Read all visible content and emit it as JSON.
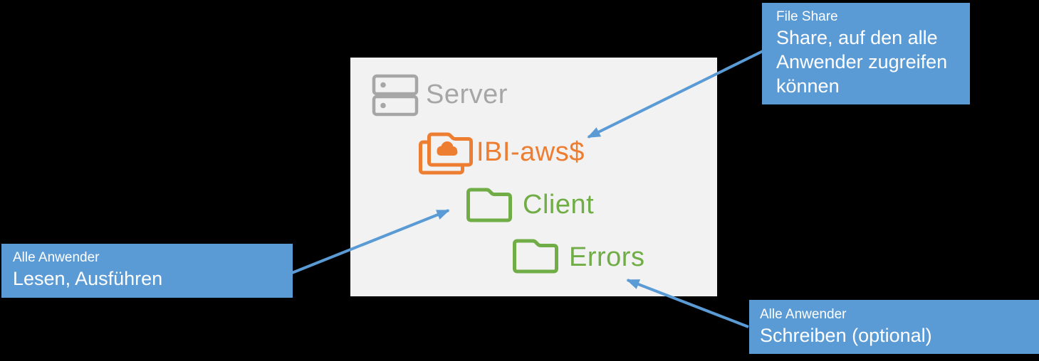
{
  "colors": {
    "blue": "#5B9BD5",
    "orange": "#ED7D31",
    "green": "#70AD47",
    "gray": "#A6A6A6",
    "panel": "#F2F2F2",
    "bg": "#000000",
    "white": "#FFFFFF"
  },
  "panel": {
    "server_label": "Server",
    "tree": {
      "share": {
        "label": "IBI-aws$",
        "icon": "cloud-shared-folder-icon",
        "color": "#ED7D31"
      },
      "client": {
        "label": "Client",
        "icon": "folder-icon",
        "color": "#70AD47"
      },
      "errors": {
        "label": "Errors",
        "icon": "folder-icon",
        "color": "#70AD47"
      }
    },
    "server_icon": "server-icon"
  },
  "callouts": {
    "file_share": {
      "title": "File Share",
      "body": "Share, auf den alle Anwender zugreifen können",
      "points_to": "IBI-aws$"
    },
    "client_permissions": {
      "title": "Alle Anwender",
      "body": "Lesen, Ausführen",
      "points_to": "Client"
    },
    "errors_permissions": {
      "title": "Alle Anwender",
      "body": "Schreiben (optional)",
      "points_to": "Errors"
    }
  }
}
